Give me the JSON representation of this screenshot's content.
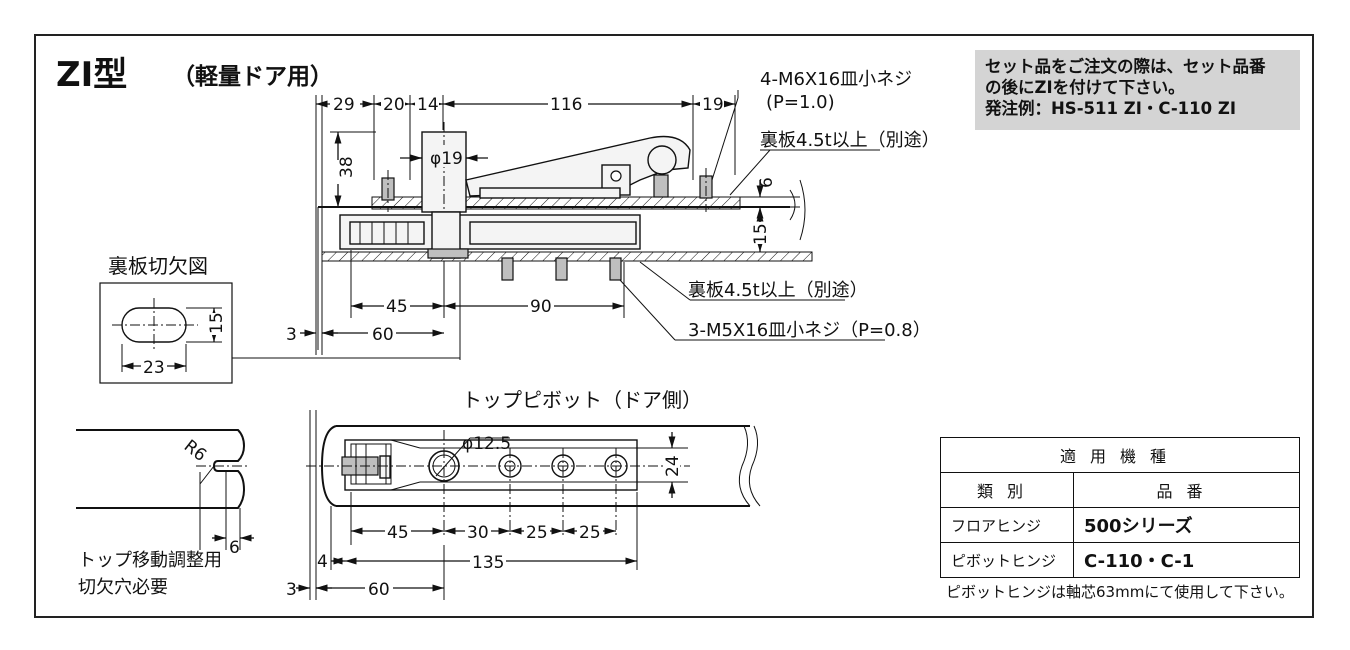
{
  "title": {
    "model": "ZⅠ型",
    "subtitle": "（軽量ドア用）"
  },
  "note": {
    "line1": "セット品をご注文の際は、セット品番",
    "line2": "の後にZⅠを付けて下さい。",
    "line3": "発注例：HS-511 ZⅠ・C-110 ZⅠ"
  },
  "top_view": {
    "dims": {
      "d29": "29",
      "d20": "20",
      "d14": "14",
      "d116": "116",
      "d19": "19",
      "d38": "38",
      "phi19": "φ19",
      "d6": "6",
      "d15": "15",
      "d45": "45",
      "d90": "90",
      "d3": "3",
      "d60": "60"
    },
    "labels": {
      "screw_m6": "4-M6X16皿小ネジ",
      "pitch_m6": "(P=1.0)",
      "backplate_top": "裏板4.5t以上（別途）",
      "backplate_bottom": "裏板4.5t以上（別途）",
      "screw_m5": "3-M5X16皿小ネジ（P=0.8）"
    }
  },
  "cutout": {
    "title": "裏板切欠図",
    "d15": "15",
    "d23": "23"
  },
  "notch": {
    "r6": "R6",
    "d6": "6",
    "caption1": "トップ移動調整用",
    "caption2": "切欠穴必要"
  },
  "pivot_view": {
    "title": "トップピボット（ドア側）",
    "dims": {
      "phi125": "φ12.5",
      "d24": "24",
      "d45": "45",
      "d30": "30",
      "d25a": "25",
      "d25b": "25",
      "d4": "4",
      "d135": "135",
      "d3": "3",
      "d60": "60"
    }
  },
  "models_table": {
    "header": "適用機種",
    "col1": "類別",
    "col2": "品番",
    "rows": [
      {
        "type": "フロアヒンジ",
        "model": "500シリーズ"
      },
      {
        "type": "ピボットヒンジ",
        "model": "C-110・C-1"
      }
    ]
  },
  "footnote": "ピボットヒンジは軸芯63mmにて使用して下さい。"
}
